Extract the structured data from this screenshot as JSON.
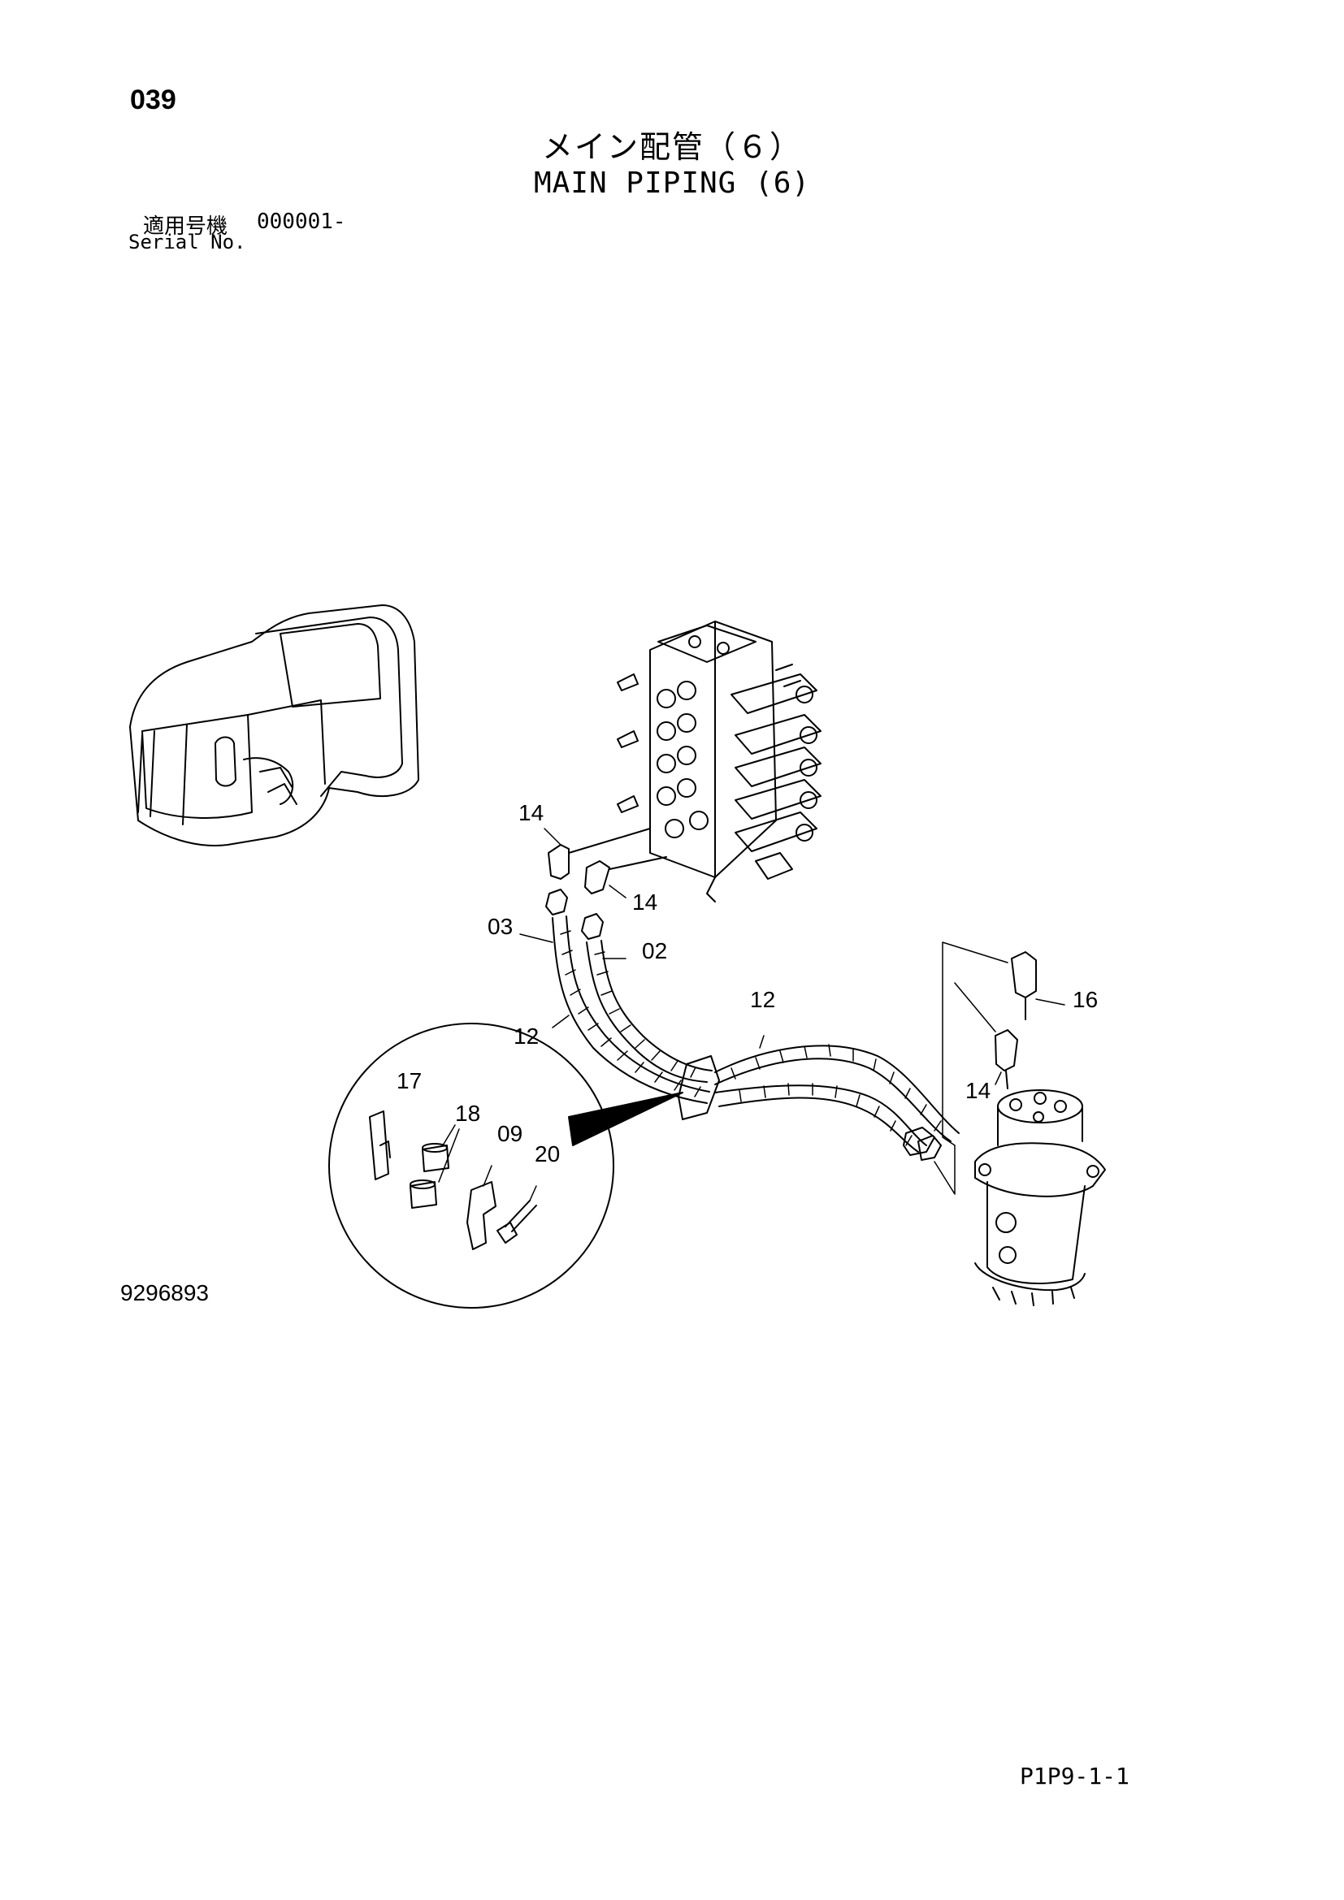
{
  "page_number": "039",
  "title_jp": "メイン配管（６）",
  "title_en": "MAIN PIPING (6)",
  "serial_label_jp": "適用号機",
  "serial_range": "000001-",
  "serial_label_en": "Serial No.",
  "illustration_number": "9296893",
  "page_code": "P1P9-1-1",
  "callouts": {
    "c14a": "14",
    "c14b": "14",
    "c14c": "14",
    "c03": "03",
    "c02": "02",
    "c12a": "12",
    "c12b": "12",
    "c16": "16",
    "c17": "17",
    "c18": "18",
    "c09": "09",
    "c20": "20"
  }
}
